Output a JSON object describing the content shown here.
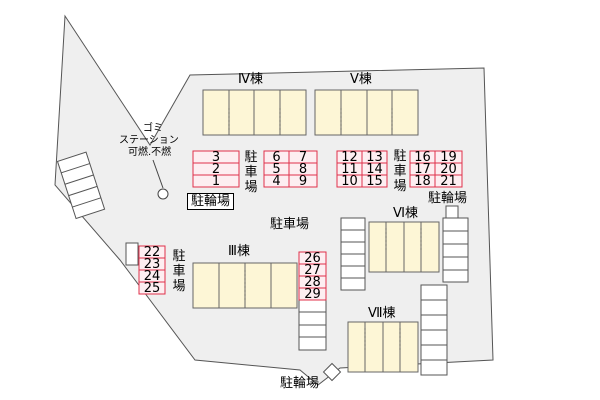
{
  "buildings": {
    "iv": "Ⅳ棟",
    "v": "Ⅴ棟",
    "vi": "Ⅵ棟",
    "iii": "Ⅲ棟",
    "vii": "Ⅶ棟"
  },
  "garbage_station": {
    "line1": "ゴミ",
    "line2": "ステーション",
    "line3": "可燃.不燃"
  },
  "parking": {
    "main": "駐車場",
    "vertical": "駐車場"
  },
  "bicycle_parking": "駐輪場",
  "parking_numbers": {
    "a": [
      "3",
      "2",
      "1"
    ],
    "b": [
      "6",
      "5",
      "4"
    ],
    "c": [
      "7",
      "8",
      "9"
    ],
    "d": [
      "12",
      "11",
      "10"
    ],
    "e": [
      "13",
      "14",
      "15"
    ],
    "f": [
      "16",
      "17",
      "18"
    ],
    "g": [
      "19",
      "20",
      "21"
    ],
    "h": [
      "22",
      "23",
      "24",
      "25"
    ],
    "i": [
      "26",
      "27",
      "28",
      "29"
    ]
  },
  "colors": {
    "site": "#efefef",
    "building": "#fdf6d6",
    "parking_line": "#e0304a",
    "parking_fill": "#fdeef1"
  }
}
